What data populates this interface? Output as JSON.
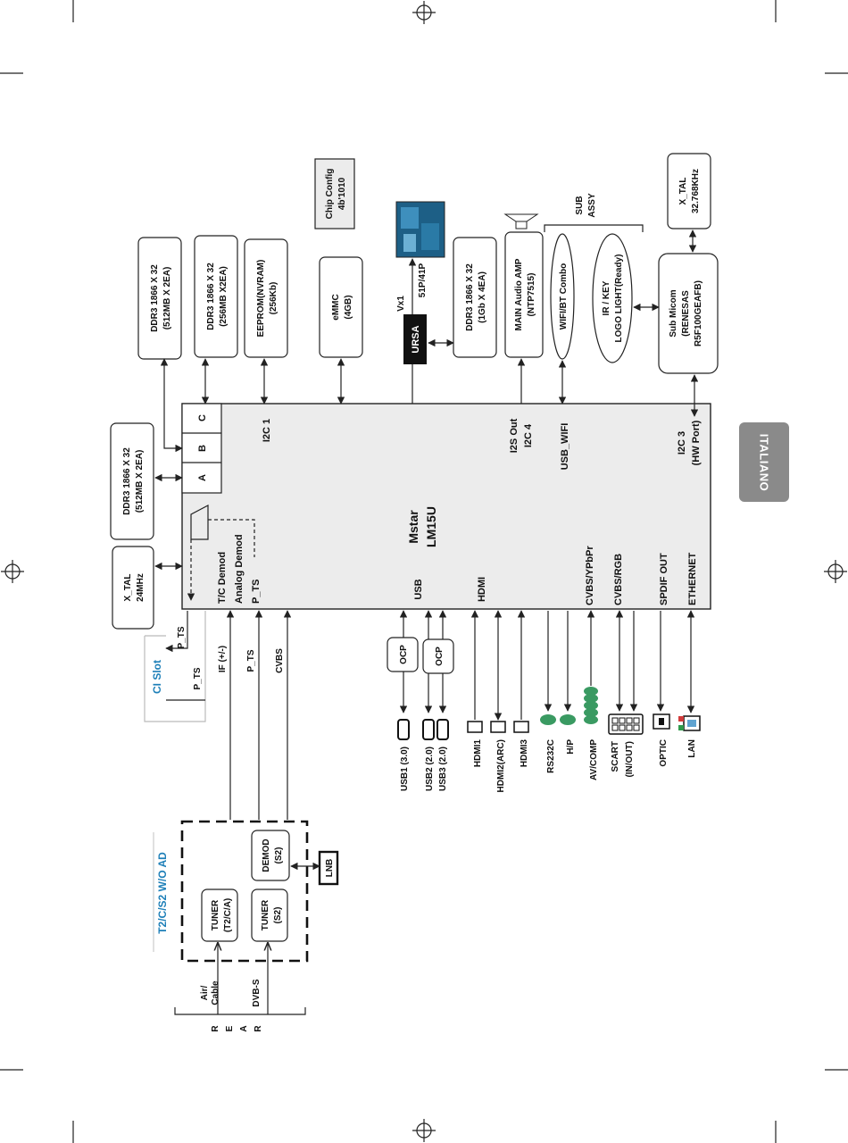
{
  "language_tab": "ITALIANO",
  "soc": {
    "name": "Mstar",
    "model": "LM15U"
  },
  "memory": {
    "ddr_left": {
      "l1": "DDR3 1866 X 32",
      "l2": "(512MB X 2EA)"
    },
    "ddr_top1": {
      "l1": "DDR3  1866 X 32",
      "l2": "(512MB X 2EA)"
    },
    "ddr_top2": {
      "l1": "DDR3  1866 X 32",
      "l2": "(256MB X2EA)"
    },
    "eeprom": {
      "l1": "EEPROM(NVRAM)",
      "l2": "(256Kb)"
    },
    "emmc": {
      "l1": "eMMC",
      "l2": "(4GB)"
    },
    "ddr_ursa": {
      "l1": "DDR3 1866 X 32",
      "l2": "(1Gb X 4EA)"
    }
  },
  "chip_config": {
    "l1": "Chip Config",
    "l2": "4b'1010"
  },
  "ursa": {
    "label": "URSA",
    "vx": "Vx1",
    "pins": "51P/41P"
  },
  "audio_amp": {
    "l1": "MAIN Audio AMP",
    "l2": "(NTP7515)"
  },
  "wifi": "WIFI/BT Combo",
  "ir_key": {
    "l1": "IR / KEY",
    "l2": "LOGO LIGHT(Ready)"
  },
  "sub_assy": {
    "l1": "SUB",
    "l2": "ASSY"
  },
  "sub_micom": {
    "l1": "Sub Micom",
    "l2": "(RENESAS",
    "l3": "R5F100GEAFB)"
  },
  "xtal_sub": {
    "l1": "X_TAL",
    "l2": "32.768KHz"
  },
  "xtal_main": {
    "l1": "X_TAL",
    "l2": "24MHz"
  },
  "ddr_ports": {
    "a": "A",
    "b": "B",
    "c": "C"
  },
  "soc_labels": {
    "i2c1": "I2C 1",
    "i2s_out": "I2S Out",
    "i2c4": "I2C 4",
    "usb_wifi": "USB_WIFI",
    "i2c3": "I2C 3",
    "hw_port": "(HW Port)",
    "tc_demod": "T/C  Demod",
    "analog_demod": "Analog Demod",
    "p_ts": "P_TS",
    "usb": "USB",
    "hdmi": "HDMI",
    "cvbs_ypbpr": "CVBS/YPbPr",
    "cvbs_rgb": "CVBS/RGB",
    "spdif_out": "SPDIF OUT",
    "ethernet": "ETHERNET"
  },
  "ci_slot": {
    "label": "CI Slot",
    "p_ts_a": "P_TS",
    "p_ts_b": "P_TS"
  },
  "signal_labels": {
    "if": "IF (+/-)",
    "p_ts": "P_TS",
    "cvbs": "CVBS"
  },
  "ocp": "OCP",
  "tuner_module": {
    "title": "T2/C/S2 W/O AD",
    "tuner1": {
      "l1": "TUNER",
      "l2": "(T2/C/A)"
    },
    "tuner2": {
      "l1": "TUNER",
      "l2": "(S2)"
    },
    "demod": {
      "l1": "DEMOD",
      "l2": "(S2)"
    },
    "lnb": "LNB"
  },
  "rear": {
    "air": "Air/",
    "cable": "Cable",
    "dvbs": "DVB-S",
    "letters": [
      "R",
      "E",
      "A",
      "R"
    ]
  },
  "ports": {
    "usb1": "USB1 (3.0)",
    "usb2": "USB2 (2.0)",
    "usb3": "USB3 (2.0)",
    "hdmi1": "HDMI1",
    "hdmi2": "HDMI2(ARC)",
    "hdmi3": "HDMI3",
    "rs232c": "RS232C",
    "hp": "H/P",
    "av_comp": "AV/COMP",
    "scart": "SCART",
    "scart_io": "(IN/OUT)",
    "optic": "OPTIC",
    "lan": "LAN"
  }
}
